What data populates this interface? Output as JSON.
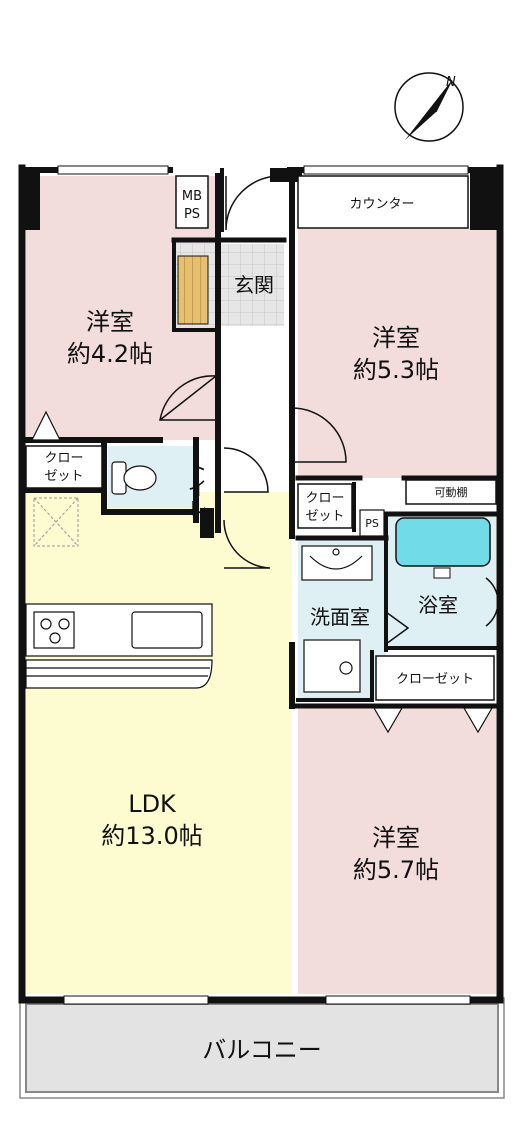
{
  "compass": {
    "north_label": "N",
    "icon": "north-arrow-icon"
  },
  "rooms": {
    "western_nw": {
      "name": "洋室",
      "size": "約4.2帖"
    },
    "western_ne": {
      "name": "洋室",
      "size": "約5.3帖"
    },
    "western_se": {
      "name": "洋室",
      "size": "約5.7帖"
    },
    "ldk": {
      "name": "LDK",
      "size": "約13.0帖"
    },
    "entrance": {
      "name": "玄関"
    },
    "toilet": {
      "name": "トイレ"
    },
    "washroom": {
      "name": "洗面室"
    },
    "bathroom": {
      "name": "浴室"
    },
    "balcony": {
      "name": "バルコニー"
    }
  },
  "storage": {
    "mbps_line1": "MB",
    "mbps_line2": "PS",
    "ps": "PS",
    "counter": "カウンター",
    "movable_shelf": "可動棚",
    "closet_small_w_line1": "クロー",
    "closet_small_w_line2": "ゼット",
    "closet_small_c_line1": "クロー",
    "closet_small_c_line2": "ゼット",
    "closet_bath": "クローゼット"
  },
  "colors": {
    "western_room": "#f2dcdc",
    "ldk": "#fdfbd0",
    "wet_area": "#dff0f4",
    "entrance_tile": "#e6e6e6",
    "balcony": "#e3e3e3",
    "wall": "#111111",
    "bathtub": "#72dbe8",
    "step": "#e6c070"
  }
}
